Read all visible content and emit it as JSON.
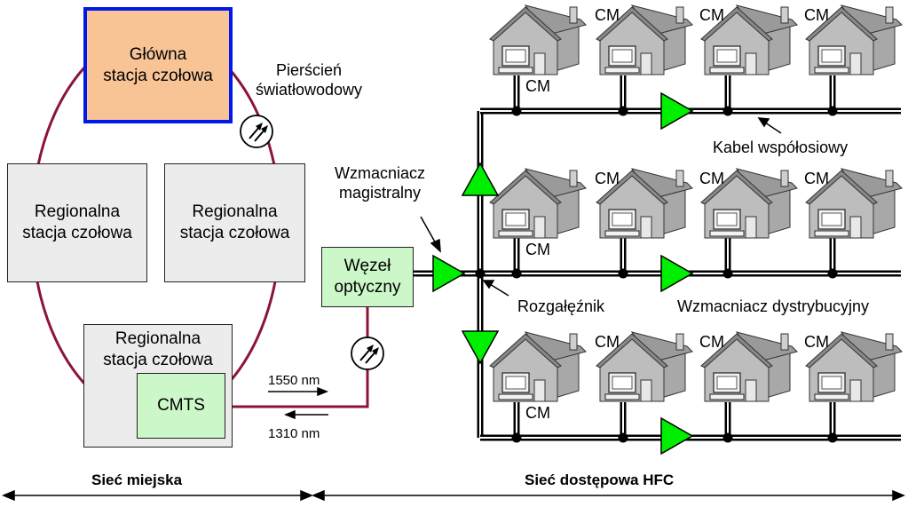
{
  "boxes": {
    "main_headend": "Główna\nstacja czołowa",
    "regional_left": "Regionalna\nstacja czołowa",
    "regional_right": "Regionalna\nstacja czołowa",
    "regional_bottom": "Regionalna\nstacja czołowa",
    "cmts": "CMTS",
    "optical_node": "Węzeł\noptyczny"
  },
  "labels": {
    "fiber_ring": "Pierścień\nświatłowodowy",
    "trunk_amplifier": "Wzmacniacz\nmagistralny",
    "splitter": "Rozgałęźnik",
    "coax_cable": "Kabel współosiowy",
    "distribution_amplifier": "Wzmacniacz dystrybucyjny",
    "downstream_wavelength": "1550 nm",
    "upstream_wavelength": "1310 nm",
    "metro_network": "Sieć miejska",
    "hfc_access_network": "Sieć dostępowa HFC",
    "cable_modem": "CM"
  },
  "colors": {
    "main_headend_fill": "#f8c496",
    "main_headend_border": "#0018e8",
    "regional_fill": "#ececec",
    "node_fill": "#ccf7c8",
    "fiber_link": "#8b1538",
    "amplifier": "#00ee00",
    "house_body": "#bdbdbd",
    "house_roof": "#9a9a9a"
  },
  "icons": {
    "transceiver": "optical-transceiver-icon",
    "house": "house-icon",
    "amplifier": "triangle-amplifier-icon"
  }
}
